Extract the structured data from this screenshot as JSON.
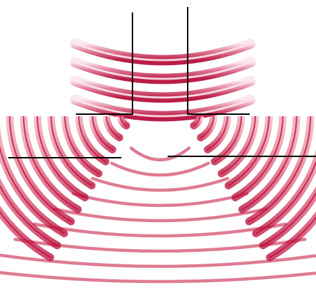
{
  "diagram": {
    "type": "double-slit-wave-diffraction",
    "incident_wavefront_count": 4,
    "slit_count": 2,
    "colors": {
      "background": "#ffffff",
      "wave_crest_dark": "#c20f3a",
      "wave_crest_mid": "#df6f8c",
      "wave_trough_light": "#fbe6ee",
      "barrier_line": "#000000"
    }
  }
}
